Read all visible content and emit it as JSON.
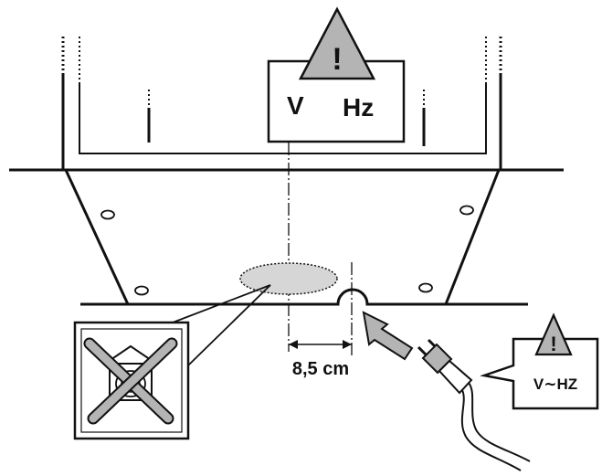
{
  "rating_label": {
    "warning_symbol": "!",
    "voltage": "V",
    "frequency": "Hz"
  },
  "plug_label": {
    "warning_symbol": "!",
    "text": "V∼HZ"
  },
  "dimension": {
    "text": "8,5 cm"
  },
  "icons": {
    "warning_triangle": "warning-triangle-icon",
    "no_fire_symbol": "no-open-flame-icon",
    "plug": "electric-plug-icon",
    "direction_arrow": "arrow-icon"
  },
  "colors": {
    "line": "#111111",
    "warning_fill": "#b4b4b4",
    "highlight_fill": "#d6d6d6",
    "background": "#ffffff"
  }
}
